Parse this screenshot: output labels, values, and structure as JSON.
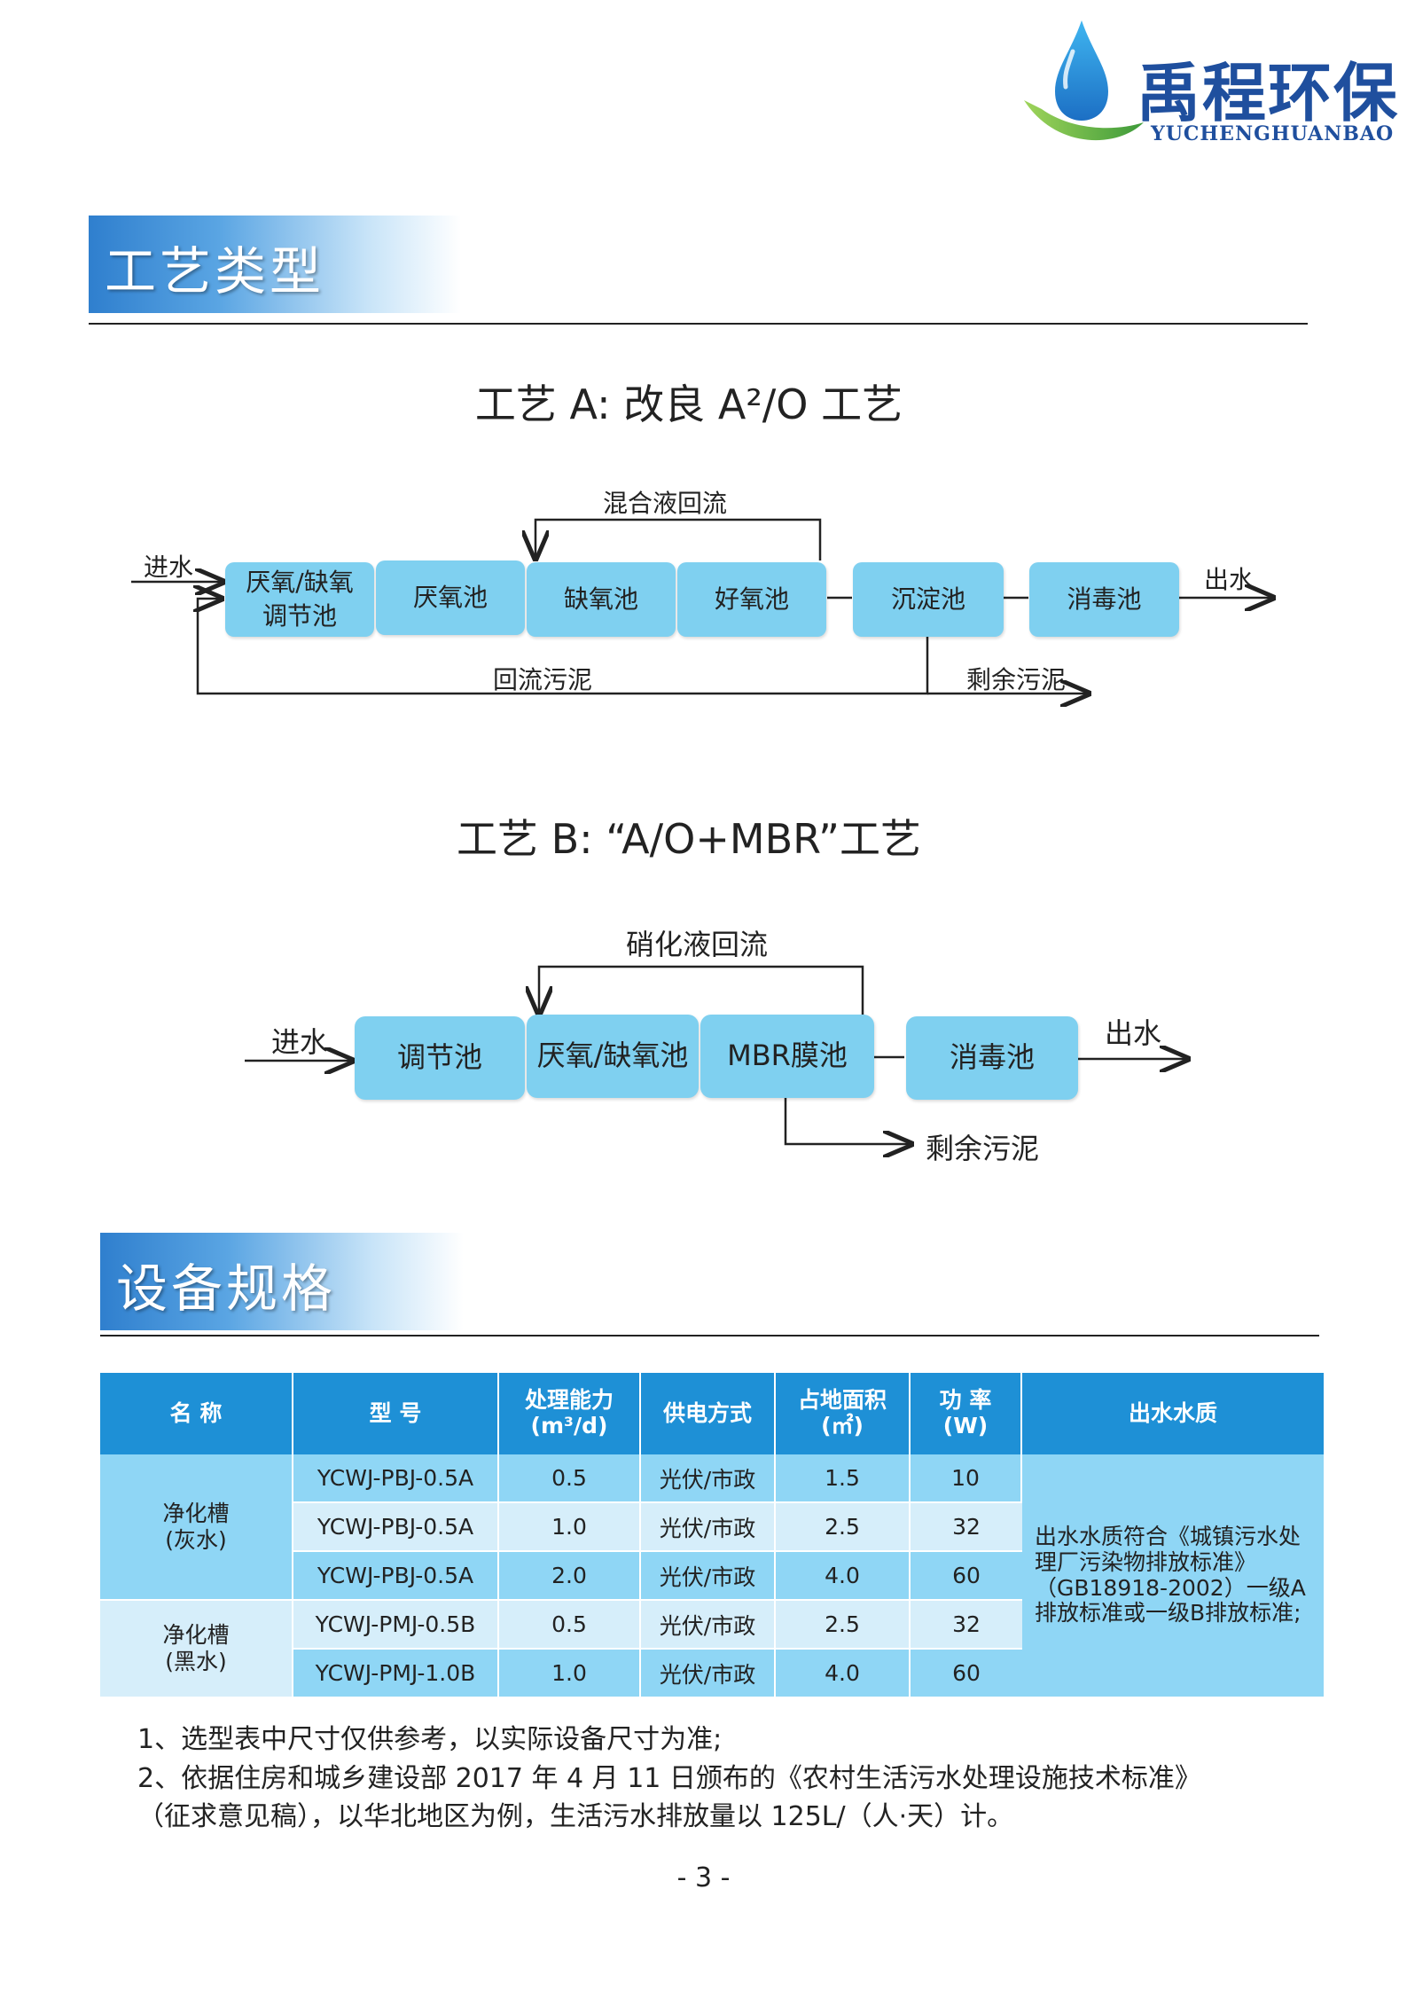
{
  "logo": {
    "name_cn": "禹程环保",
    "name_en": "YUCHENGHUANBAO"
  },
  "section1": {
    "title": "工艺类型"
  },
  "process_a": {
    "title": "工艺 A: 改良 A²/O 工艺",
    "inlet": "进水",
    "outlet": "出水",
    "recycle_top": "混合液回流",
    "return_sludge": "回流污泥",
    "excess_sludge": "剩余污泥",
    "units": [
      "厌氧/缺氧\n调节池",
      "厌氧池",
      "缺氧池",
      "好氧池",
      "沉淀池",
      "消毒池"
    ]
  },
  "process_b": {
    "title": "工艺 B: “A/O+MBR”工艺",
    "inlet": "进水",
    "outlet": "出水",
    "recycle_top": "硝化液回流",
    "excess_sludge": "剩余污泥",
    "units": [
      "调节池",
      "厌氧/缺氧池",
      "MBR膜池",
      "消毒池"
    ]
  },
  "section2": {
    "title": "设备规格"
  },
  "table": {
    "headers": [
      "名 称",
      "型 号",
      "处理能力\n(m³/d)",
      "供电方式",
      "占地面积\n(㎡)",
      "功 率\n(W)",
      "出水水质"
    ],
    "group1_name": "净化槽\n(灰水)",
    "group2_name": "净化槽\n(黑水)",
    "rows": [
      [
        "YCWJ-PBJ-0.5A",
        "0.5",
        "光伏/市政",
        "1.5",
        "10"
      ],
      [
        "YCWJ-PBJ-0.5A",
        "1.0",
        "光伏/市政",
        "2.5",
        "32"
      ],
      [
        "YCWJ-PBJ-0.5A",
        "2.0",
        "光伏/市政",
        "4.0",
        "60"
      ],
      [
        "YCWJ-PMJ-0.5B",
        "0.5",
        "光伏/市政",
        "2.5",
        "32"
      ],
      [
        "YCWJ-PMJ-1.0B",
        "1.0",
        "光伏/市政",
        "4.0",
        "60"
      ]
    ],
    "quality": "出水水质符合《城镇污水处理厂污染物排放标准》（GB18918-2002）一级A排放标准或一级B排放标准;"
  },
  "notes": [
    "1、选型表中尺寸仅供参考，以实际设备尺寸为准;",
    "2、依据住房和城乡建设部 2017 年 4 月 11 日颁布的《农村生活污水处理设施技术标准》",
    "（征求意见稿），以华北地区为例，生活污水排放量以 125L/（人·天）计。"
  ],
  "page_number": "- 3 -",
  "colors": {
    "brand_blue": "#1f4f9e",
    "header_blue": "#1e90d6",
    "box_blue": "#7fd0f0",
    "cell_light": "#d6eefa"
  }
}
